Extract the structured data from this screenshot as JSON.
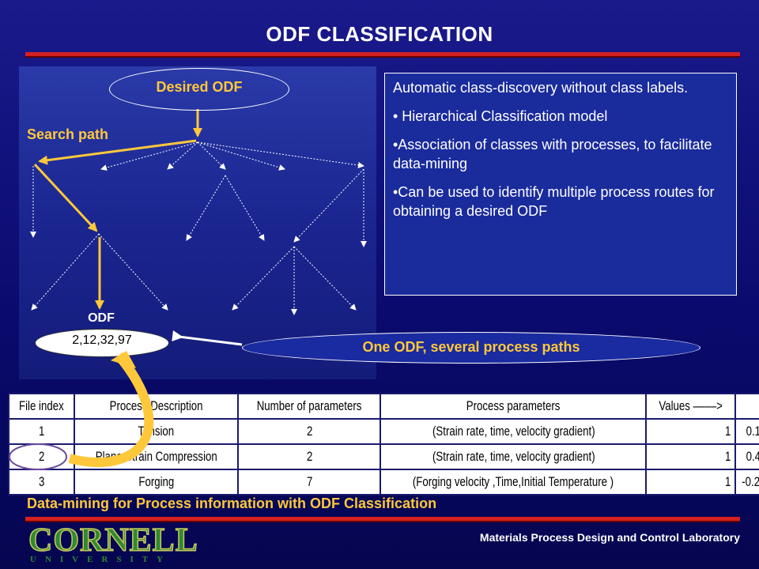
{
  "title": "ODF CLASSIFICATION",
  "diagram": {
    "desired_label": "Desired ODF",
    "search_path_label": "Search path",
    "odf_node_title": "ODF",
    "odf_node_value": "2,12,32,97",
    "callout": "One ODF, several process paths"
  },
  "info": {
    "p1": "Automatic class-discovery without class labels.",
    "p2": "• Hierarchical Classification model",
    "p3": "•Association of classes with processes, to facilitate data-mining",
    "p4": "•Can be used to identify multiple process routes for obtaining a desired ODF"
  },
  "table": {
    "headers": [
      "File index",
      "Process Description",
      "Number of parameters",
      "Process parameters",
      "Values  ––––>",
      ""
    ],
    "rows": [
      [
        "1",
        "Tension",
        "2",
        "(Strain rate, time, velocity gradient)",
        "1",
        "0.1"
      ],
      [
        "2",
        "Plane Strain Compression",
        "2",
        "(Strain rate, time, velocity gradient)",
        "1",
        "0.4"
      ],
      [
        "3",
        "Forging",
        "7",
        "(Forging velocity ,Time,Initial Temperature )",
        "1",
        "-0.2"
      ]
    ]
  },
  "caption": "Data-mining for Process information with ODF Classification",
  "footer": {
    "logo_main": "CORNELL",
    "logo_sub": "UNIVERSITY",
    "lab": "Materials Process Design and Control Laboratory"
  },
  "colors": {
    "accent_yellow": "#ffc83a",
    "bar_red": "#d42020",
    "background": "#0a0a6e"
  }
}
